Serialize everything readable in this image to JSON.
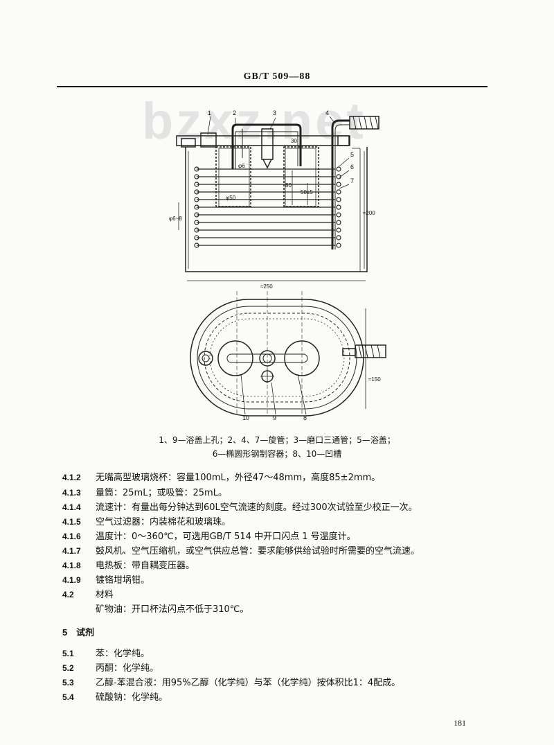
{
  "header": {
    "standard": "GB/T 509—88"
  },
  "watermark": "bzxz.net",
  "figure": {
    "labels": {
      "n1": "1",
      "n2": "2",
      "n3": "3",
      "n4": "4",
      "n5": "5",
      "n6": "6",
      "n7": "7",
      "n8": "8",
      "n9": "9",
      "n10": "10"
    },
    "dims": {
      "d30": "30",
      "d6": "φ6",
      "d50": "φ50",
      "d80": "80",
      "d50pm": "50±5",
      "d6to8": "φ6~8",
      "d200": "≈200",
      "d250": "≈250",
      "d150": "≈150"
    },
    "caption_line1": "1、9—浴盖上孔；2、4、7—旋管；3—磨口三通管；5—浴盖；",
    "caption_line2": "6—椭圆形钢制容器；8、10—凹槽"
  },
  "clauses": [
    {
      "num": "4.1.2",
      "text": "无嘴高型玻璃烧杯：容量100mL，外径47～48mm，高度85±2mm。"
    },
    {
      "num": "4.1.3",
      "text": "量筒：25mL；或吸管：25mL。"
    },
    {
      "num": "4.1.4",
      "text": "流速计：有量出每分钟达到60L空气流速的刻度。经过300次试验至少校正一次。"
    },
    {
      "num": "4.1.5",
      "text": "空气过滤器：内装棉花和玻璃珠。"
    },
    {
      "num": "4.1.6",
      "text": "温度计：0～360℃，可选用GB/T 514 中开口闪点 1 号温度计。"
    },
    {
      "num": "4.1.7",
      "text": "鼓风机、空气压缩机，或空气供应总管：要求能够供给试验时所需要的空气流速。"
    },
    {
      "num": "4.1.8",
      "text": "电热板：带自耦变压器。"
    },
    {
      "num": "4.1.9",
      "text": "镀铬坩埚钳。"
    },
    {
      "num": "4.2",
      "text": "材料"
    }
  ],
  "materials_text": "矿物油：开口杯法闪点不低于310℃。",
  "section5": {
    "num": "5",
    "title": "试剂"
  },
  "reagents": [
    {
      "num": "5.1",
      "text": "苯：化学纯。"
    },
    {
      "num": "5.2",
      "text": "丙酮：化学纯。"
    },
    {
      "num": "5.3",
      "text": "乙醇-苯混合液：用95%乙醇（化学纯）与苯（化学纯）按体积比1：4配成。"
    },
    {
      "num": "5.4",
      "text": "硫酸钠：化学纯。"
    }
  ],
  "page_number": "181"
}
